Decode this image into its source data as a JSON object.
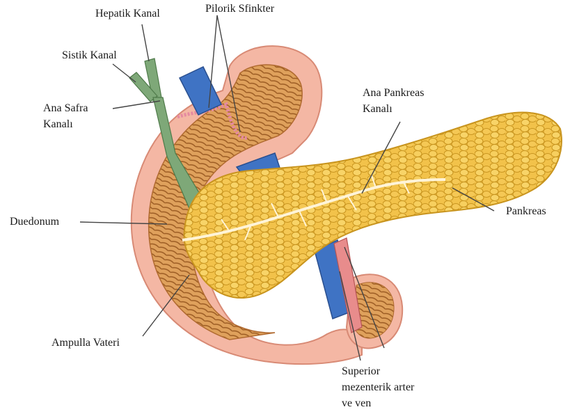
{
  "labels": {
    "hepatik_kanal": "Hepatik Kanal",
    "pilorik_sfinkter": "Pilorik Sfinkter",
    "sistik_kanal": "Sistik Kanal",
    "ana_safra_kanali_line1": "Ana Safra",
    "ana_safra_kanali_line2": "Kanalı",
    "ana_pankreas_kanali_line1": "Ana Pankreas",
    "ana_pankreas_kanali_line2": "Kanalı",
    "pankreas": "Pankreas",
    "duedonum": "Duedonum",
    "ampulla_vateri": "Ampulla Vateri",
    "superior_line1": "Superior",
    "superior_line2": "mezenterik arter",
    "superior_line3": "ve ven"
  },
  "colors": {
    "duodenum_outer": "#f4b7a4",
    "duodenum_rim": "#d88a75",
    "duodenum_inner": "#dfa15c",
    "duodenum_fold": "#9a5a22",
    "pancreas_fill": "#f2c24a",
    "pancreas_lobule": "#c8941e",
    "pancreatic_duct": "#fff4d8",
    "vessel_blue": "#3f73c4",
    "bile_duct_green": "#7ea878",
    "leader_line": "#444444"
  }
}
